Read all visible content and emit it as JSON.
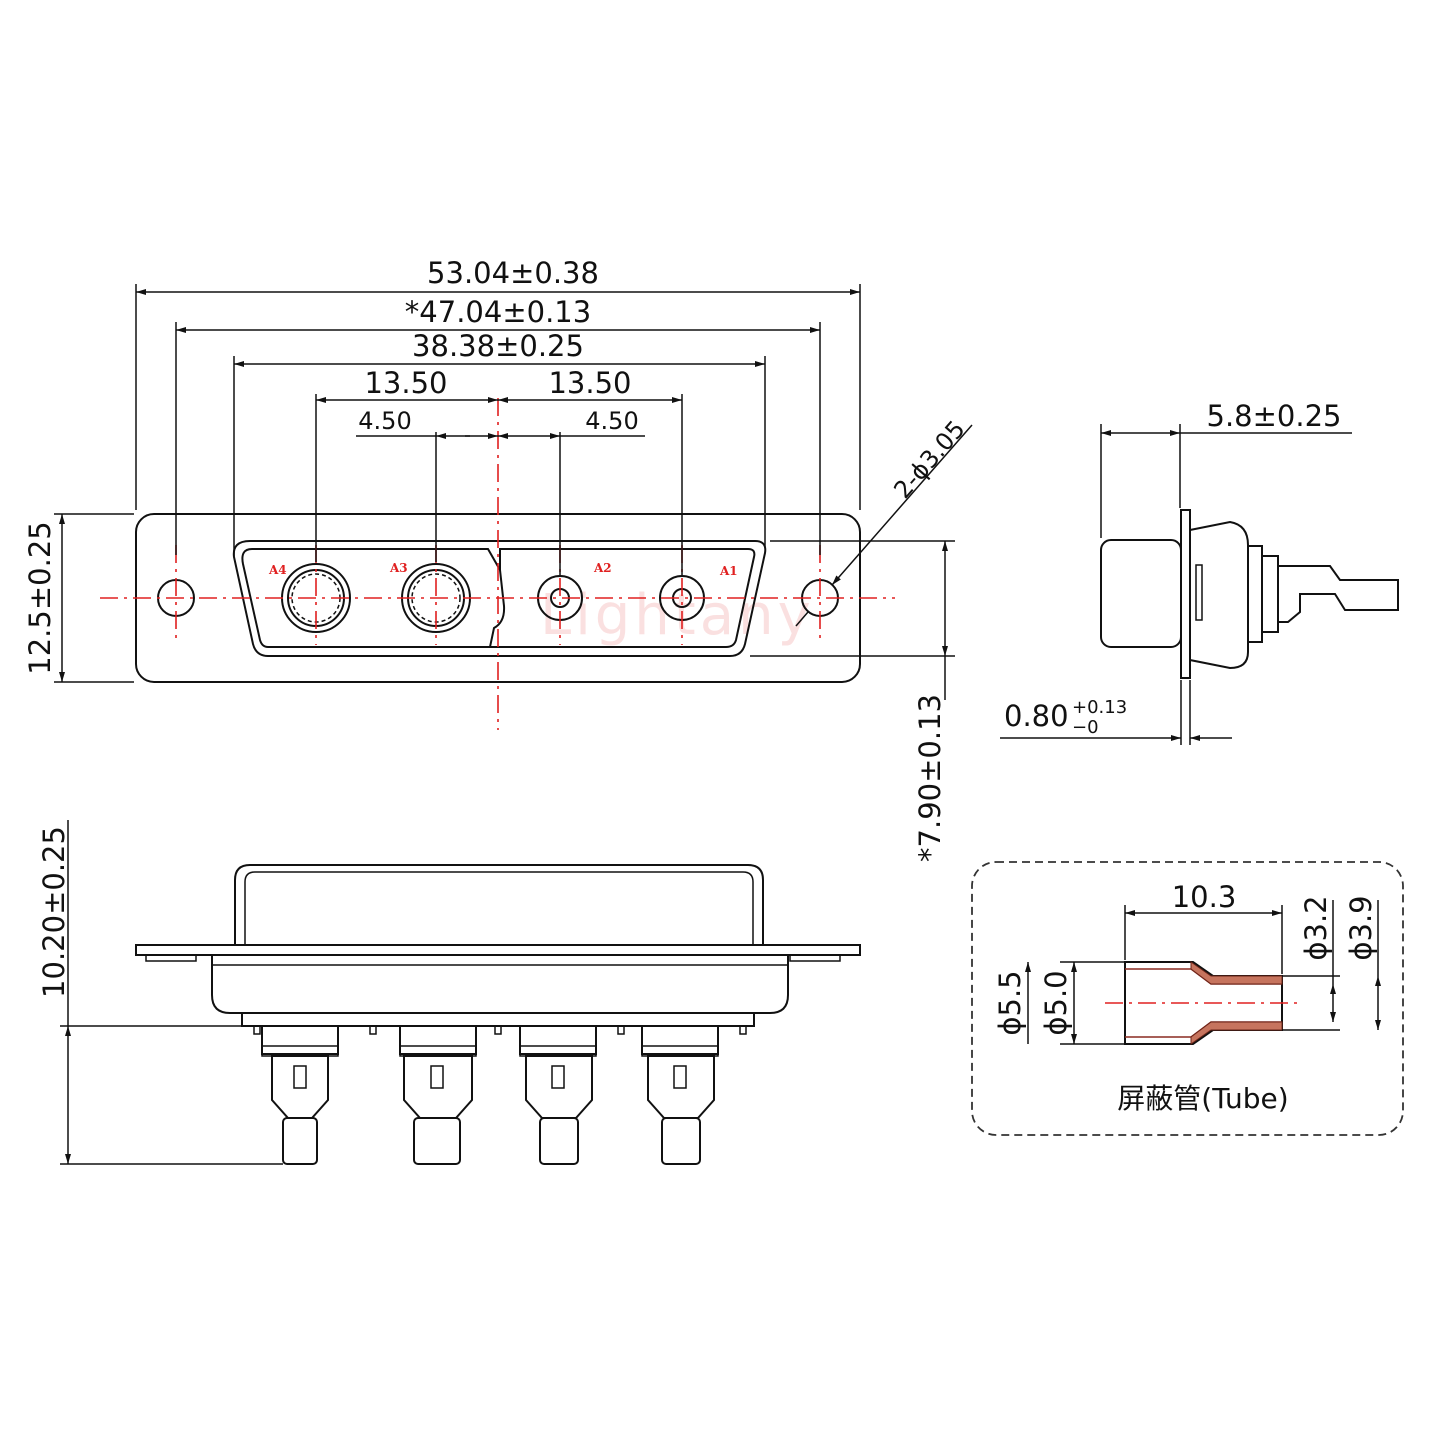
{
  "watermark": "Lightany",
  "front_view": {
    "pin_labels": [
      "A4",
      "A3",
      "A2",
      "A1"
    ],
    "dim_overall_width": "53.04±0.38",
    "dim_mount_hole_spacing": "*47.04±0.13",
    "dim_shell_width": "38.38±0.25",
    "dim_pitch_left": "13.50",
    "dim_pitch_right": "13.50",
    "dim_offset_left": "4.50",
    "dim_offset_right": "4.50",
    "dim_mount_hole_dia": "2-ϕ3.05",
    "dim_flange_height": "12.5±0.25",
    "dim_shell_height": "*7.90±0.13"
  },
  "side_view": {
    "dim_depth": "5.8±0.25",
    "dim_flange_thickness": "0.80",
    "dim_flange_thickness_tol_upper": "+0.13",
    "dim_flange_thickness_tol_lower": "−0"
  },
  "bottom_view": {
    "dim_height": "10.20±0.25"
  },
  "tube_detail": {
    "label": "屏蔽管(Tube)",
    "dim_length": "10.3",
    "dim_outer_large": "ϕ5.5",
    "dim_inner_large": "ϕ5.0",
    "dim_inner_small": "ϕ3.2",
    "dim_outer_small": "ϕ3.9"
  }
}
